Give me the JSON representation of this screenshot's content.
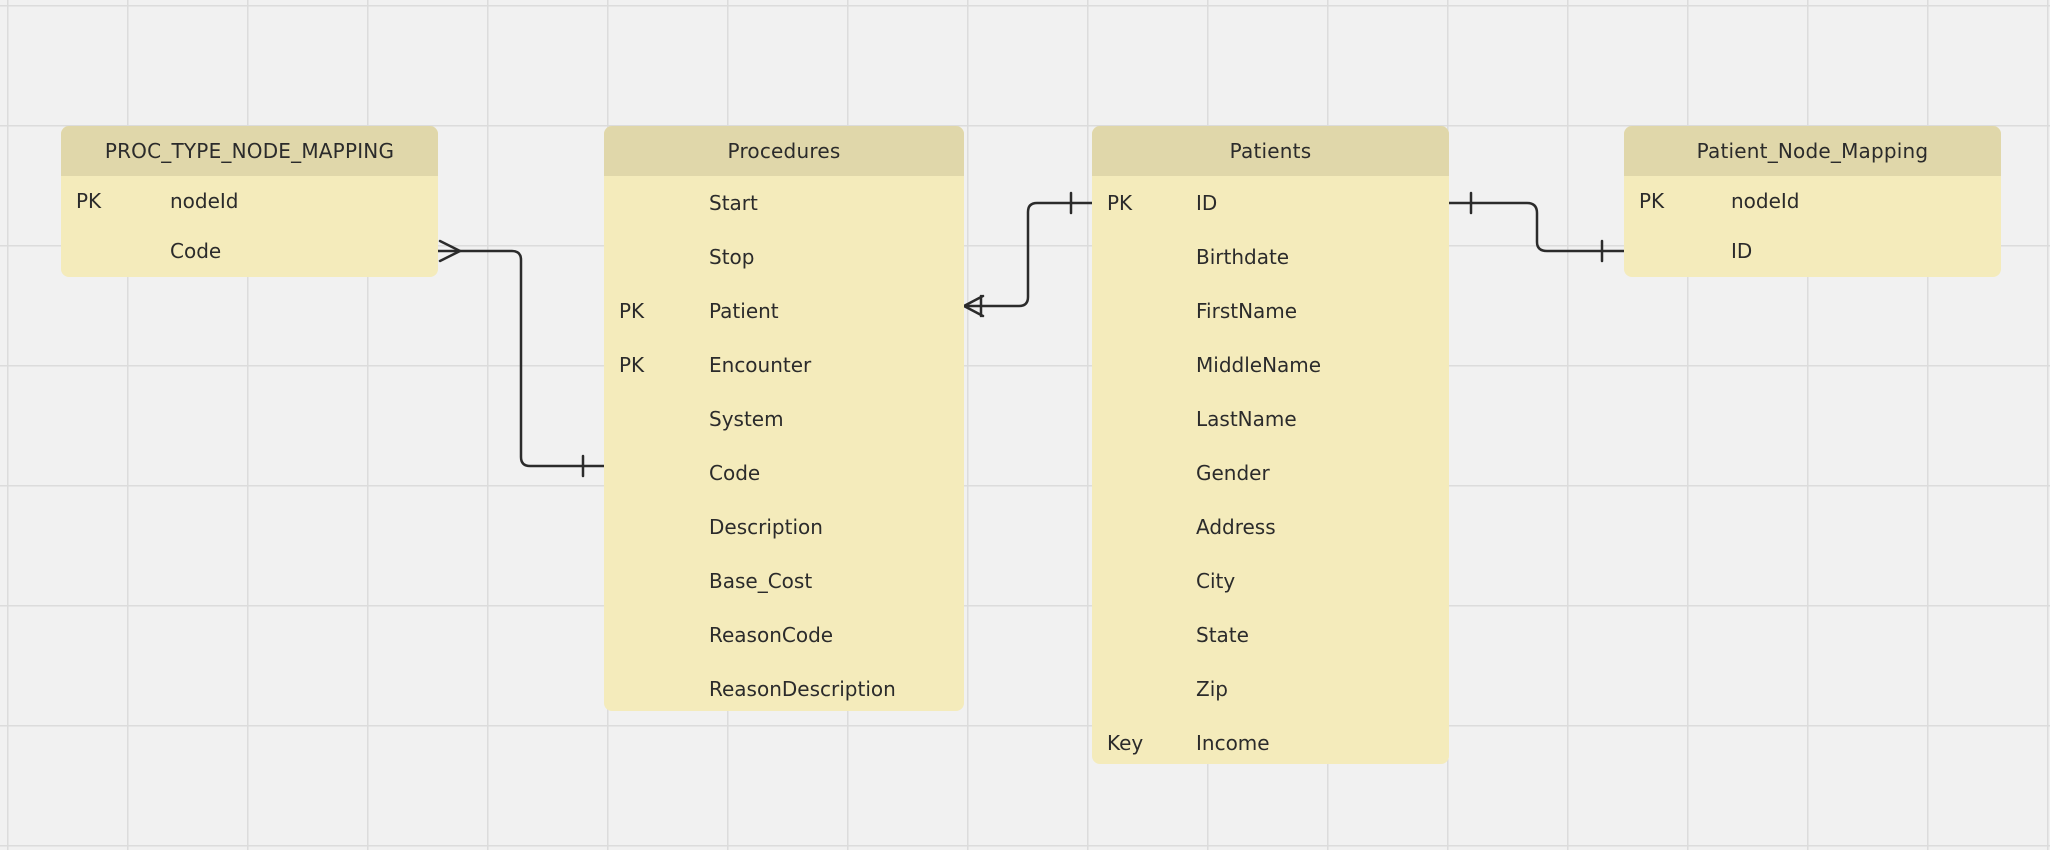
{
  "entities": {
    "proc_type_node_mapping": {
      "title": "PROC_TYPE_NODE_MAPPING",
      "rows": [
        {
          "key": "PK",
          "name": "nodeId"
        },
        {
          "key": "",
          "name": "Code"
        }
      ]
    },
    "procedures": {
      "title": "Procedures",
      "rows": [
        {
          "key": "",
          "name": "Start"
        },
        {
          "key": "",
          "name": "Stop"
        },
        {
          "key": "PK",
          "name": "Patient"
        },
        {
          "key": "PK",
          "name": "Encounter"
        },
        {
          "key": "",
          "name": "System"
        },
        {
          "key": "",
          "name": "Code"
        },
        {
          "key": "",
          "name": "Description"
        },
        {
          "key": "",
          "name": "Base_Cost"
        },
        {
          "key": "",
          "name": "ReasonCode"
        },
        {
          "key": "",
          "name": "ReasonDescription"
        }
      ]
    },
    "patients": {
      "title": "Patients",
      "rows": [
        {
          "key": "PK",
          "name": "ID"
        },
        {
          "key": "",
          "name": "Birthdate"
        },
        {
          "key": "",
          "name": "FirstName"
        },
        {
          "key": "",
          "name": "MiddleName"
        },
        {
          "key": "",
          "name": "LastName"
        },
        {
          "key": "",
          "name": "Gender"
        },
        {
          "key": "",
          "name": "Address"
        },
        {
          "key": "",
          "name": "City"
        },
        {
          "key": "",
          "name": "State"
        },
        {
          "key": "",
          "name": "Zip"
        },
        {
          "key": "Key",
          "name": "Income"
        }
      ]
    },
    "patient_node_mapping": {
      "title": "Patient_Node_Mapping",
      "rows": [
        {
          "key": "PK",
          "name": "nodeId"
        },
        {
          "key": "",
          "name": "ID"
        }
      ]
    }
  },
  "relationships": [
    {
      "from": "PROC_TYPE_NODE_MAPPING.Code",
      "from_cardinality": "many",
      "to": "Procedures.Code",
      "to_cardinality": "one"
    },
    {
      "from": "Procedures.Patient",
      "from_cardinality": "one-or-many",
      "to": "Patients.ID",
      "to_cardinality": "one"
    },
    {
      "from": "Patients.ID",
      "from_cardinality": "one",
      "to": "Patient_Node_Mapping.ID",
      "to_cardinality": "one"
    }
  ],
  "colors": {
    "canvas": "#f1f1f1",
    "grid": "#dcdcdc",
    "entity_body": "#f4ebbb",
    "entity_header": "#e0d7aa",
    "connector": "#2b2b2b"
  }
}
